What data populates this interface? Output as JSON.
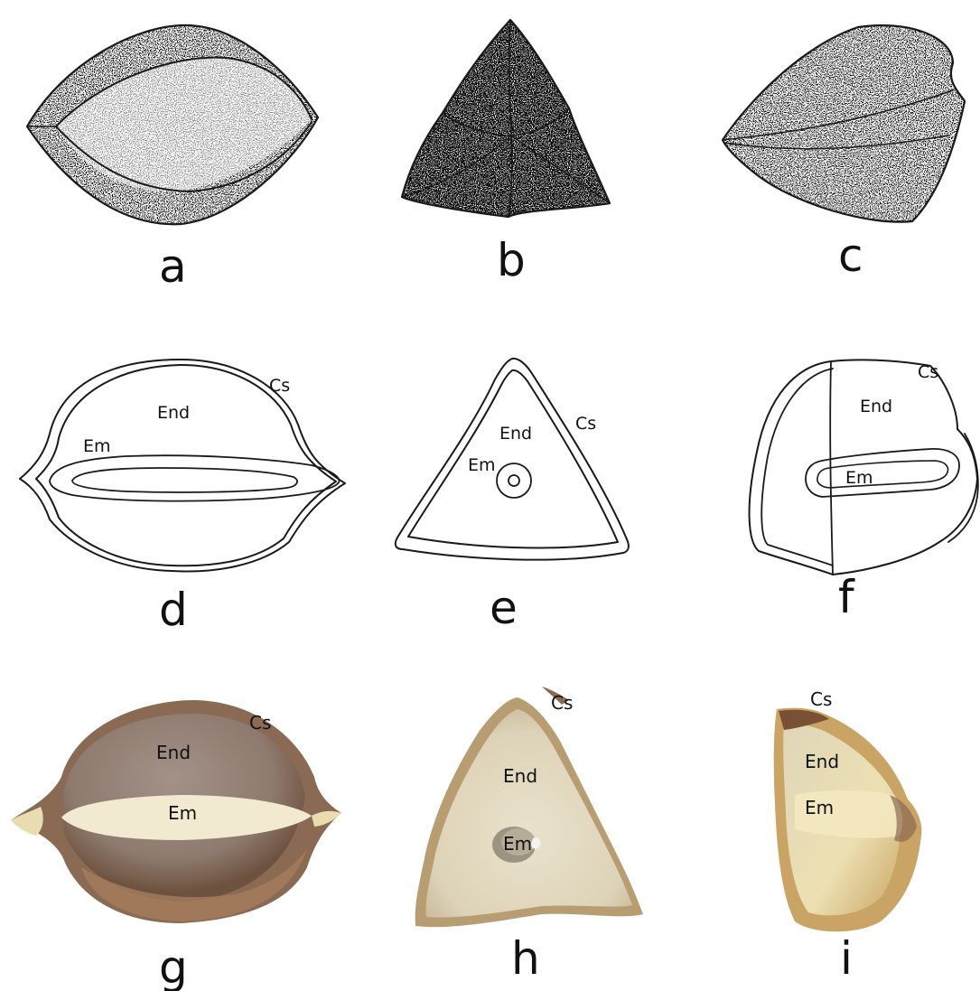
{
  "panels": {
    "a": {
      "letter": "a"
    },
    "b": {
      "letter": "b"
    },
    "c": {
      "letter": "c"
    },
    "d": {
      "letter": "d",
      "labels": {
        "cs": "Cs",
        "end": "End",
        "em": "Em"
      }
    },
    "e": {
      "letter": "e",
      "labels": {
        "cs": "Cs",
        "end": "End",
        "em": "Em"
      }
    },
    "f": {
      "letter": "f",
      "labels": {
        "cs": "Cs",
        "end": "End",
        "em": "Em"
      }
    },
    "g": {
      "letter": "g",
      "labels": {
        "cs": "Cs",
        "end": "End",
        "em": "Em"
      }
    },
    "h": {
      "letter": "h",
      "labels": {
        "cs": "Cs",
        "end": "End",
        "em": "Em"
      }
    },
    "i": {
      "letter": "i",
      "labels": {
        "cs": "Cs",
        "end": "End",
        "em": "Em"
      }
    }
  },
  "colors": {
    "ink": "#1a1a1a",
    "seed_coat_brown": "#8a6a52",
    "endosperm_tan": "#9c8a7e",
    "embryo_cream": "#f2ead0",
    "endosperm_light": "#e4dcc6"
  }
}
